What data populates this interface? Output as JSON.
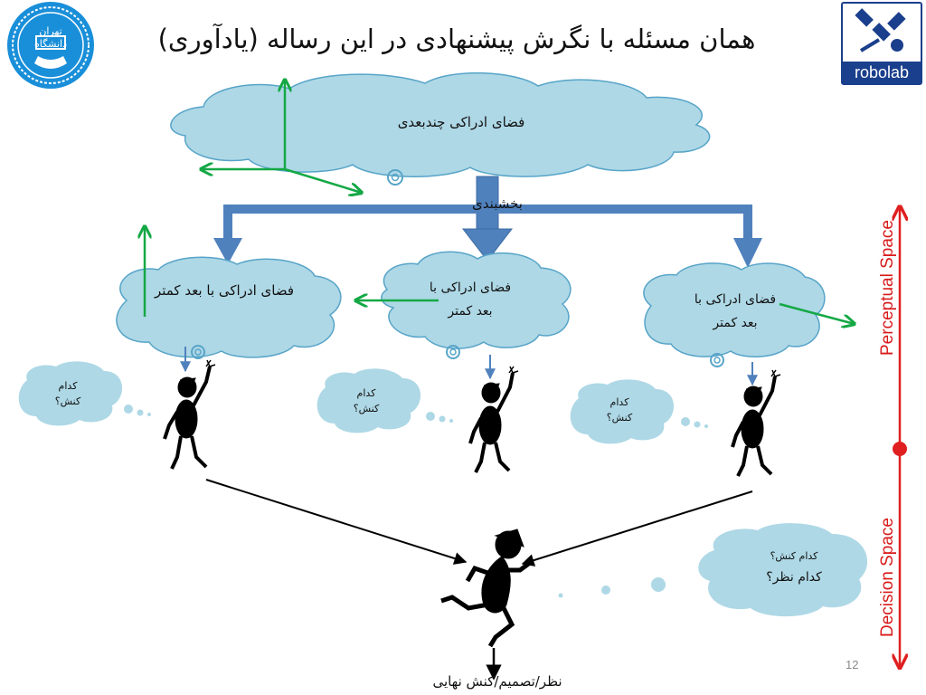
{
  "slide": {
    "title": "همان مسئله با نگرش پیشنهادی در این رساله (یادآوری)",
    "slide_number": "12"
  },
  "logos": {
    "university": "تهران دانشگاه",
    "robolab": "robolab"
  },
  "diagram": {
    "top_cloud_label": "فضای ادراکی چندبعدی",
    "partition_label": "بخشبندی",
    "left_cloud_label": "فضای ادراکی با بعد کمتر",
    "middle_cloud_label": "فضای ادراکی با بعد کمتر",
    "right_cloud_label": "فضای ادراکی با بعد کمتر",
    "thought_left": "کدام کنش؟",
    "thought_middle": "کدام کنش؟",
    "thought_right": "کدام کنش؟",
    "final_thought_line1": "کدام کنش؟",
    "final_thought_line2": "کدام نظر؟",
    "final_output_label": "نظر/تصمیم/کنش نهایی",
    "perceptual_space_label": "Perceptual Space",
    "decision_space_label": "Decision Space"
  },
  "colors": {
    "cloud_fill": "#aed8e6",
    "cloud_stroke": "#57a4c8",
    "arrow_blue": "#4f81bd",
    "axis_green": "#14a845",
    "axis_red": "#e02020",
    "logo_blue": "#1a8fd9",
    "robolab_blue": "#1a3f8c"
  }
}
